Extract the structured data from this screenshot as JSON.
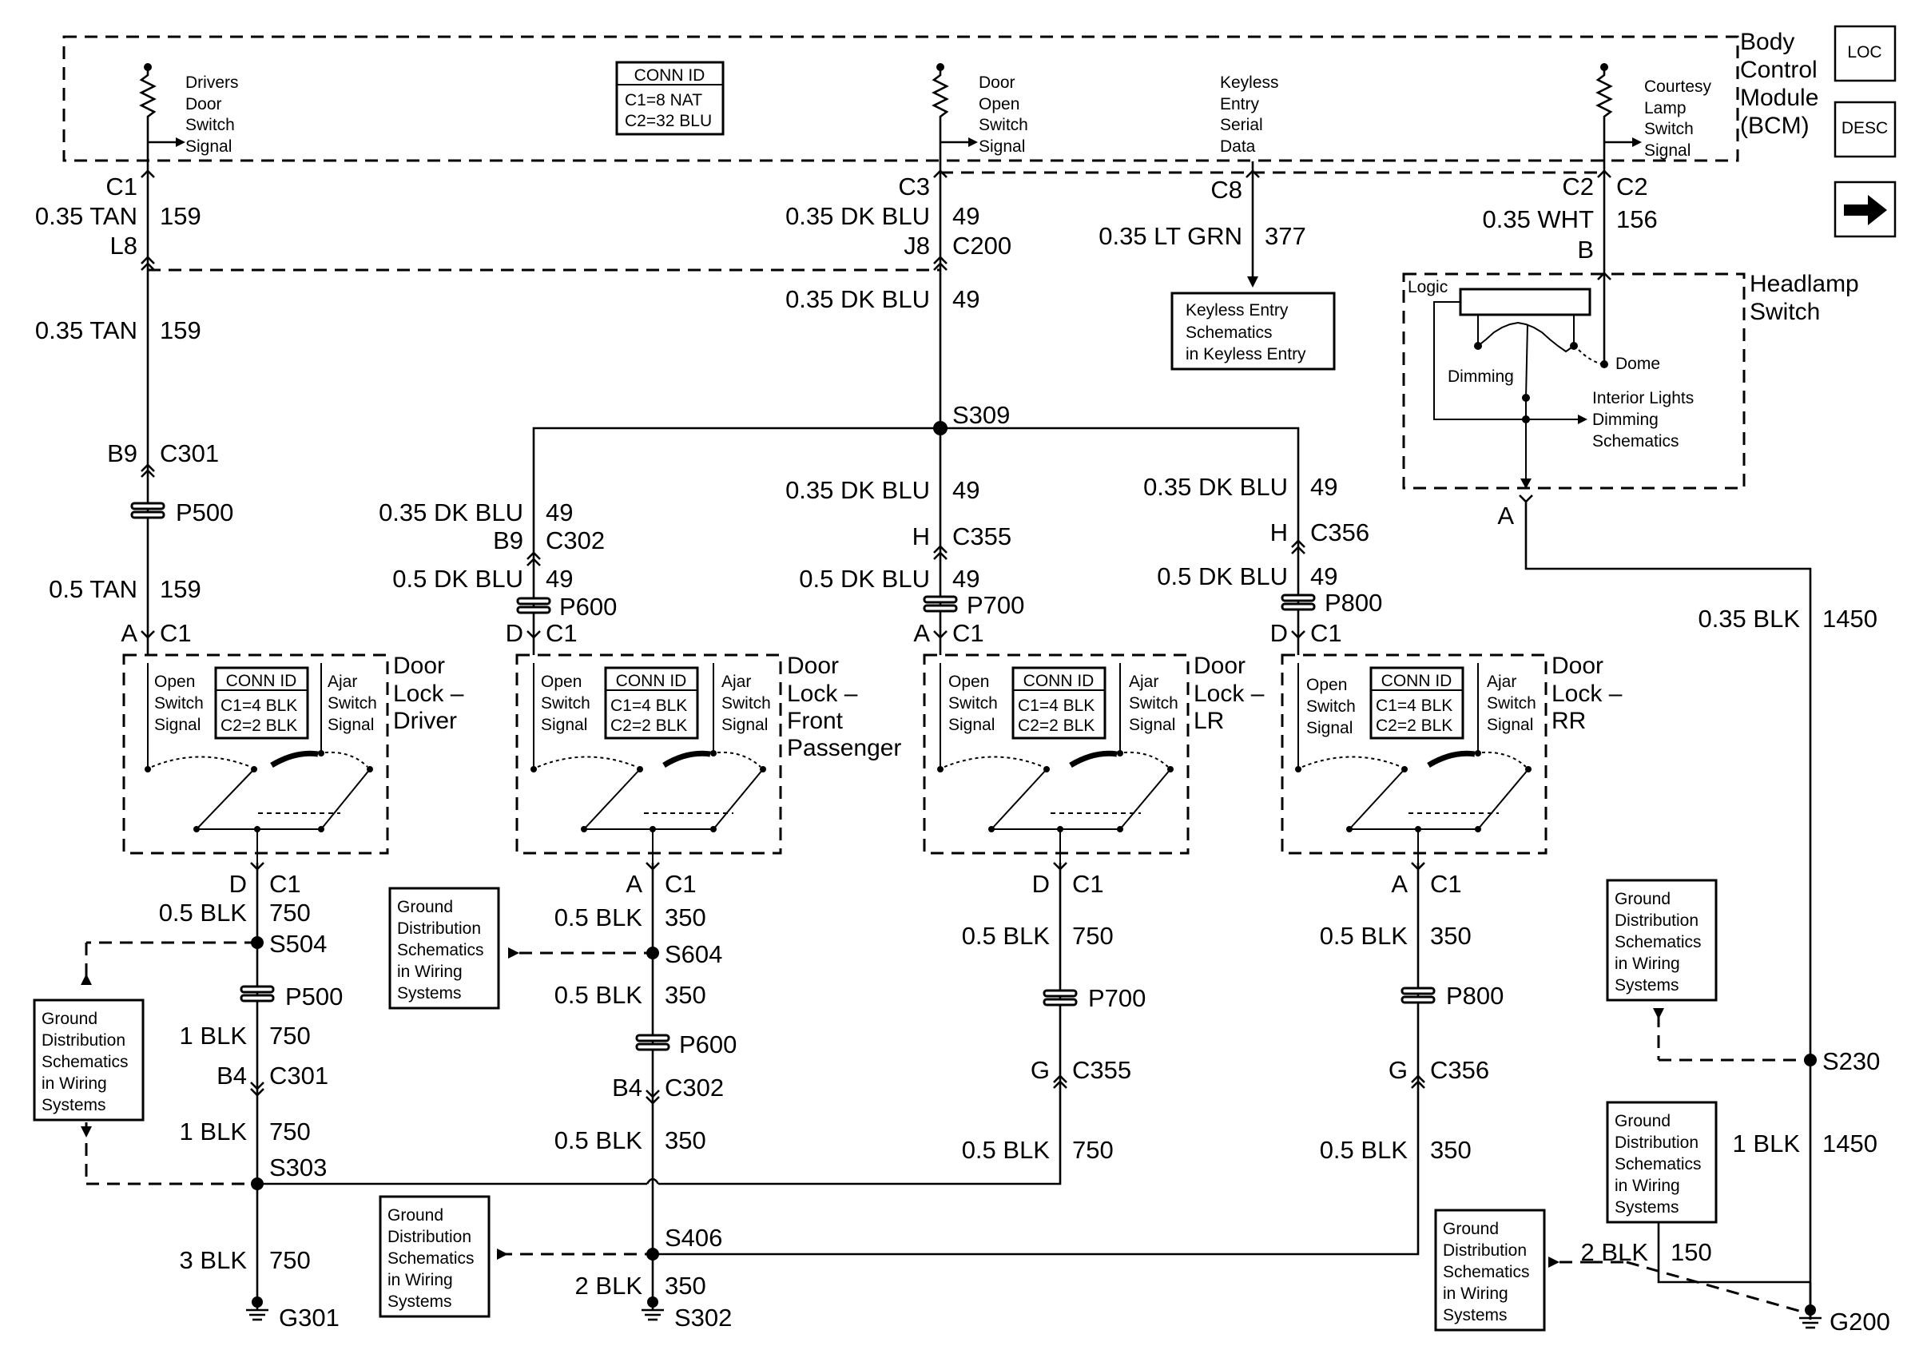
{
  "bcm": {
    "title": [
      "Body",
      "Control",
      "Module",
      "(BCM)"
    ],
    "signals": {
      "drivers": [
        "Drivers",
        "Door",
        "Switch",
        "Signal"
      ],
      "door_open": [
        "Door",
        "Open",
        "Switch",
        "Signal"
      ],
      "keyless": [
        "Keyless",
        "Entry",
        "Serial",
        "Data"
      ],
      "courtesy": [
        "Courtesy",
        "Lamp",
        "Switch",
        "Signal"
      ]
    },
    "conn": [
      "CONN ID",
      "C1=8 NAT",
      "C2=32 BLU"
    ]
  },
  "nav": {
    "loc": "LOC",
    "desc": "DESC",
    "next": "next"
  },
  "labels": {
    "c1": "C1",
    "c3": "C3",
    "c8": "C8",
    "c2": "C2",
    "c2b": "C2",
    "b": "B",
    "a_hl": "A",
    "w1": "0.35 TAN",
    "n1": "159",
    "l8": "L8",
    "w3": "0.35 DK BLU",
    "n3": "49",
    "j8": "J8",
    "c200": "C200",
    "w4": "0.35 DK BLU",
    "n4": "49",
    "w5": "0.35 LT GRN",
    "n5": "377",
    "w6": "0.35 WHT",
    "n6": "156",
    "w7": "0.35 TAN",
    "n7": "159",
    "s309": "S309",
    "b9": "B9",
    "c301": "C301",
    "p500": "P500",
    "w8": "0.5 TAN",
    "n8": "159",
    "w9": "0.35 DK BLU",
    "n9": "49",
    "b9b": "B9",
    "c302": "C302",
    "w10": "0.5 DK BLU",
    "n10": "49",
    "p600": "P600",
    "w11": "0.35 DK BLU",
    "n11": "49",
    "h1": "H",
    "c355": "C355",
    "w12": "0.5 DK BLU",
    "n12": "49",
    "p700": "P700",
    "w13": "0.35 DK BLU",
    "n13": "49",
    "h2": "H",
    "c356": "C356",
    "w14": "0.5 DK BLU",
    "n14": "49",
    "p800": "P800",
    "w15": "0.35 BLK",
    "n15": "1450",
    "dl_a1": "A",
    "dl_c1a": "C1",
    "dl_d1": "D",
    "dl_c1b": "C1",
    "dl_a2": "A",
    "dl_c1c": "C1",
    "dl_d2": "D",
    "dl_c1d": "C1",
    "b_d1": "D",
    "b_c1a": "C1",
    "b_a1": "A",
    "b_c1b": "C1",
    "b_d2": "D",
    "b_c1c": "C1",
    "b_a2": "A",
    "b_c1d": "C1",
    "w16": "0.5 BLK",
    "n16": "750",
    "s504": "S504",
    "w17": "0.5 BLK",
    "n17": "350",
    "s604": "S604",
    "w18": "0.5 BLK",
    "n18": "750",
    "w19": "0.5 BLK",
    "n19": "350",
    "p500b": "P500",
    "w20": "1 BLK",
    "n20": "750",
    "b4": "B4",
    "c301b": "C301",
    "w21": "1 BLK",
    "n21": "750",
    "s303": "S303",
    "w22": "0.5 BLK",
    "n22": "350",
    "p600b": "P600",
    "b4b": "B4",
    "c302b": "C302",
    "w23": "0.5 BLK",
    "n23": "350",
    "p700b": "P700",
    "g1": "G",
    "c355b": "C355",
    "w24": "0.5 BLK",
    "n24": "750",
    "p800b": "P800",
    "g2": "G",
    "c356b": "C356",
    "w25": "0.5 BLK",
    "n25": "350",
    "s230": "S230",
    "w26": "1 BLK",
    "n26": "1450",
    "w27": "3 BLK",
    "n27": "750",
    "g301": "G301",
    "s406": "S406",
    "w28": "2 BLK",
    "n28": "350",
    "s302": "S302",
    "w29": "2 BLK",
    "n29": "150",
    "g200": "G200"
  },
  "keyless_box": [
    "Keyless Entry",
    "Schematics",
    "in Keyless Entry"
  ],
  "headlamp": {
    "title": [
      "Headlamp",
      "Switch"
    ],
    "logic": "Logic",
    "dimming": "Dimming",
    "dome": "Dome",
    "interior": [
      "Interior Lights",
      "Dimming",
      "Schematics"
    ]
  },
  "door_locks": [
    {
      "title": [
        "Door",
        "Lock –",
        "Driver"
      ]
    },
    {
      "title": [
        "Door",
        "Lock –",
        "Front",
        "Passenger"
      ]
    },
    {
      "title": [
        "Door",
        "Lock –",
        "LR"
      ]
    },
    {
      "title": [
        "Door",
        "Lock –",
        "RR"
      ]
    }
  ],
  "door_lock_common": {
    "open": [
      "Open",
      "Switch",
      "Signal"
    ],
    "ajar": [
      "Ajar",
      "Switch",
      "Signal"
    ],
    "conn": [
      "CONN ID",
      "C1=4 BLK",
      "C2=2 BLK"
    ]
  },
  "ground_box": [
    "Ground",
    "Distribution",
    "Schematics",
    "in Wiring",
    "Systems"
  ]
}
